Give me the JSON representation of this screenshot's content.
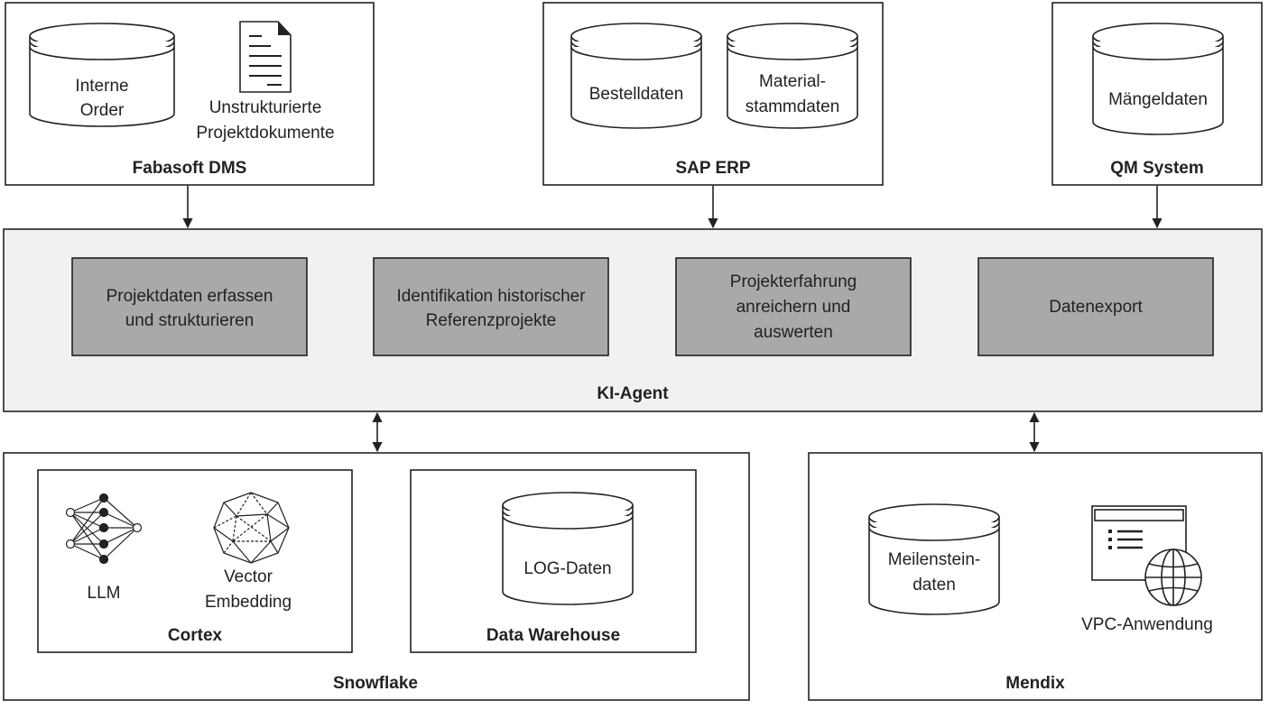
{
  "systems": {
    "fabasoft": {
      "title": "Fabasoft DMS",
      "db_line1": "Interne",
      "db_line2": "Order",
      "doc_line1": "Unstrukturierte",
      "doc_line2": "Projektdokumente"
    },
    "sap": {
      "title": "SAP ERP",
      "db1": "Bestelldaten",
      "db2_line1": "Material-",
      "db2_line2": "stammdaten"
    },
    "qm": {
      "title": "QM System",
      "db": "Mängeldaten"
    }
  },
  "agent": {
    "title": "KI-Agent",
    "steps": [
      {
        "line1": "Projektdaten erfassen",
        "line2": "und strukturieren"
      },
      {
        "line1": "Identifikation historischer",
        "line2": "Referenzprojekte"
      },
      {
        "line1": "Projekterfahrung",
        "line2": "anreichern und",
        "line3": "auswerten"
      },
      {
        "line1": "Datenexport"
      }
    ]
  },
  "snowflake": {
    "title": "Snowflake",
    "cortex": {
      "title": "Cortex",
      "llm": "LLM",
      "vector_line1": "Vector",
      "vector_line2": "Embedding"
    },
    "warehouse": {
      "title": "Data Warehouse",
      "db": "LOG-Daten"
    }
  },
  "mendix": {
    "title": "Mendix",
    "db_line1": "Meilenstein-",
    "db_line2": "daten",
    "app": "VPC-Anwendung"
  },
  "icons": {
    "database": "database-cylinder-icon",
    "document": "document-icon",
    "llm": "neural-network-icon",
    "vector": "polyhedron-icon",
    "app": "web-application-icon"
  }
}
